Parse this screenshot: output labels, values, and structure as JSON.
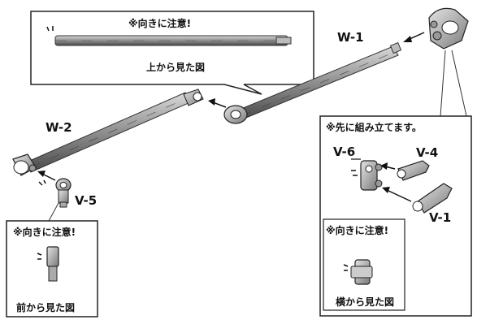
{
  "notes": {
    "orientation_caution": "※向きに注意!",
    "assemble_first": "※先に組み立てます。"
  },
  "views": {
    "top": "上から見た図",
    "front": "前から見た図",
    "side": "横から見た図"
  },
  "parts": {
    "w1": "W-1",
    "w2": "W-2",
    "v5": "V-5",
    "v6": "V-6",
    "v4": "V-4",
    "v1": "V-1"
  }
}
